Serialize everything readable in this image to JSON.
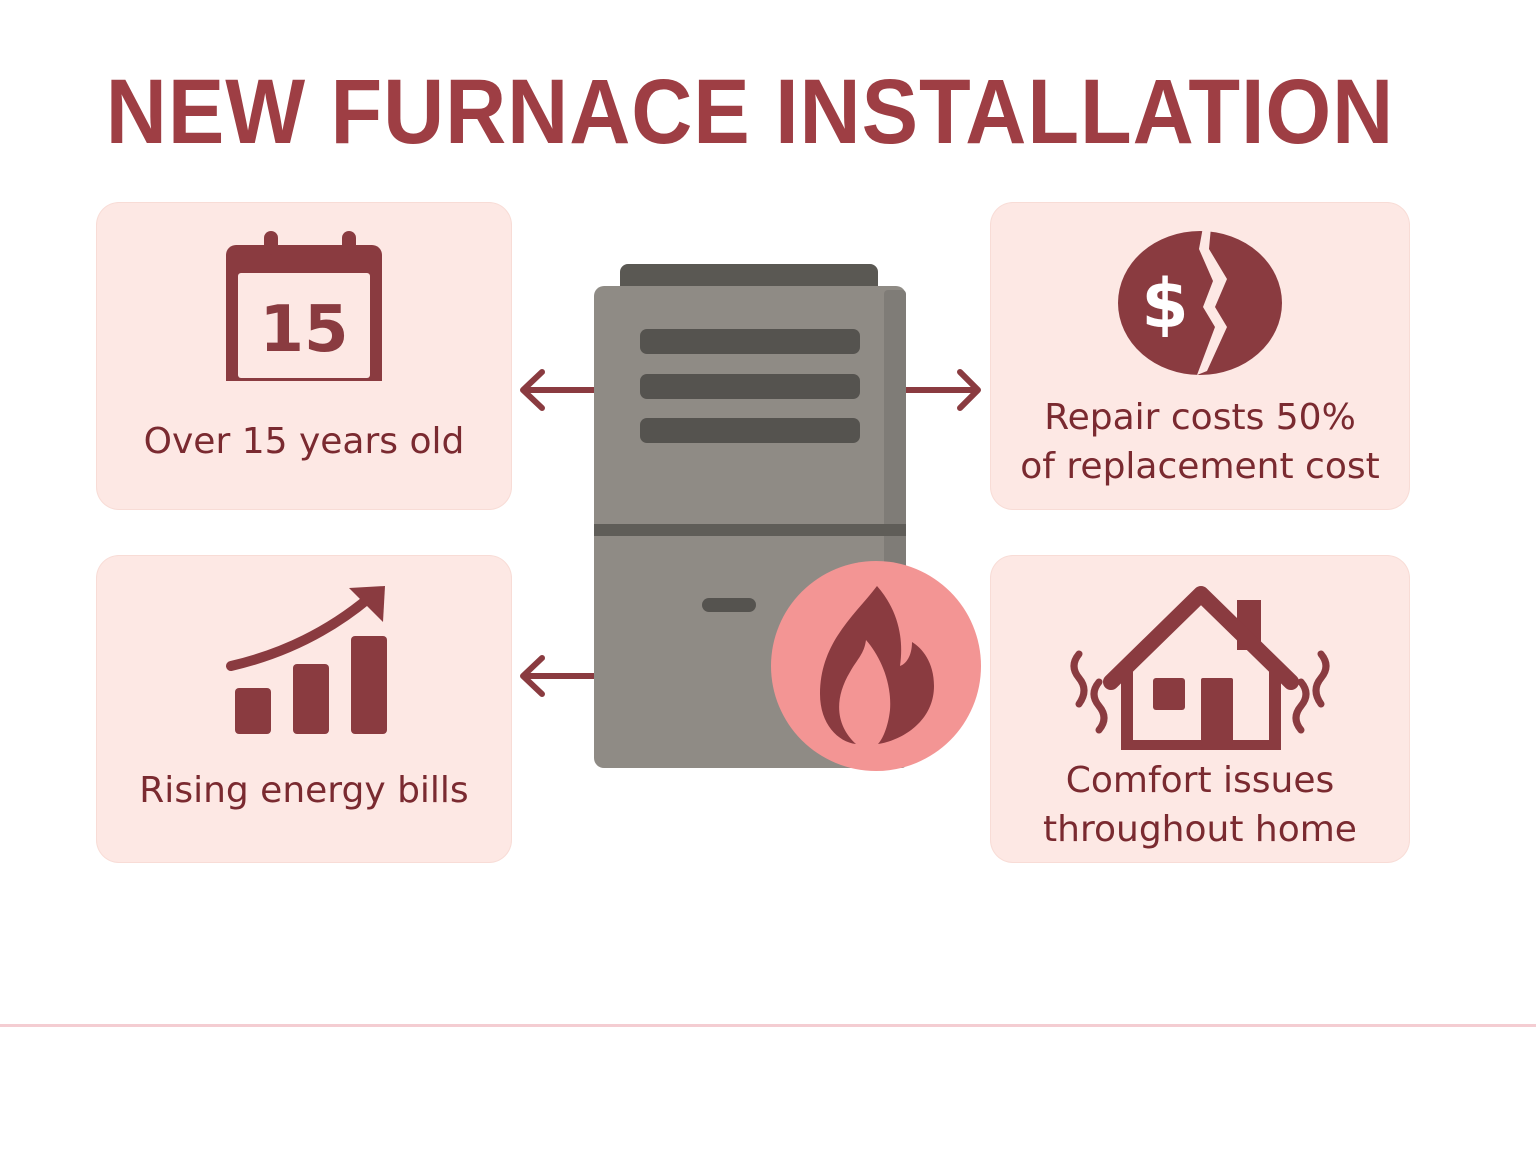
{
  "title": "NEW FURNACE INSTALLATION",
  "colors": {
    "title": "#9e3e44",
    "accent_dark": "#8a3b40",
    "card_background": "#fde8e4",
    "label_text": "#7a2a30",
    "furnace_body": "#8f8b85",
    "furnace_dark": "#55534f",
    "flame_badge": "#f39594",
    "divider": "#f4cdd2"
  },
  "cards": [
    {
      "position": "top-left",
      "icon": "calendar-icon",
      "icon_text": "15",
      "label": "Over 15 years old"
    },
    {
      "position": "top-right",
      "icon": "broken-coin-dollar-icon",
      "icon_text": "$",
      "label_lines": [
        "Repair costs 50%",
        "of replacement cost"
      ]
    },
    {
      "position": "bottom-left",
      "icon": "rising-bar-chart-icon",
      "label": "Rising energy bills"
    },
    {
      "position": "bottom-right",
      "icon": "house-heat-waves-icon",
      "label_lines": [
        "Comfort issues",
        "throughout home"
      ]
    }
  ],
  "center": {
    "illustration": "furnace-icon",
    "badge": "flame-icon",
    "arrows": [
      "left-top",
      "right-top",
      "left-bottom"
    ]
  }
}
